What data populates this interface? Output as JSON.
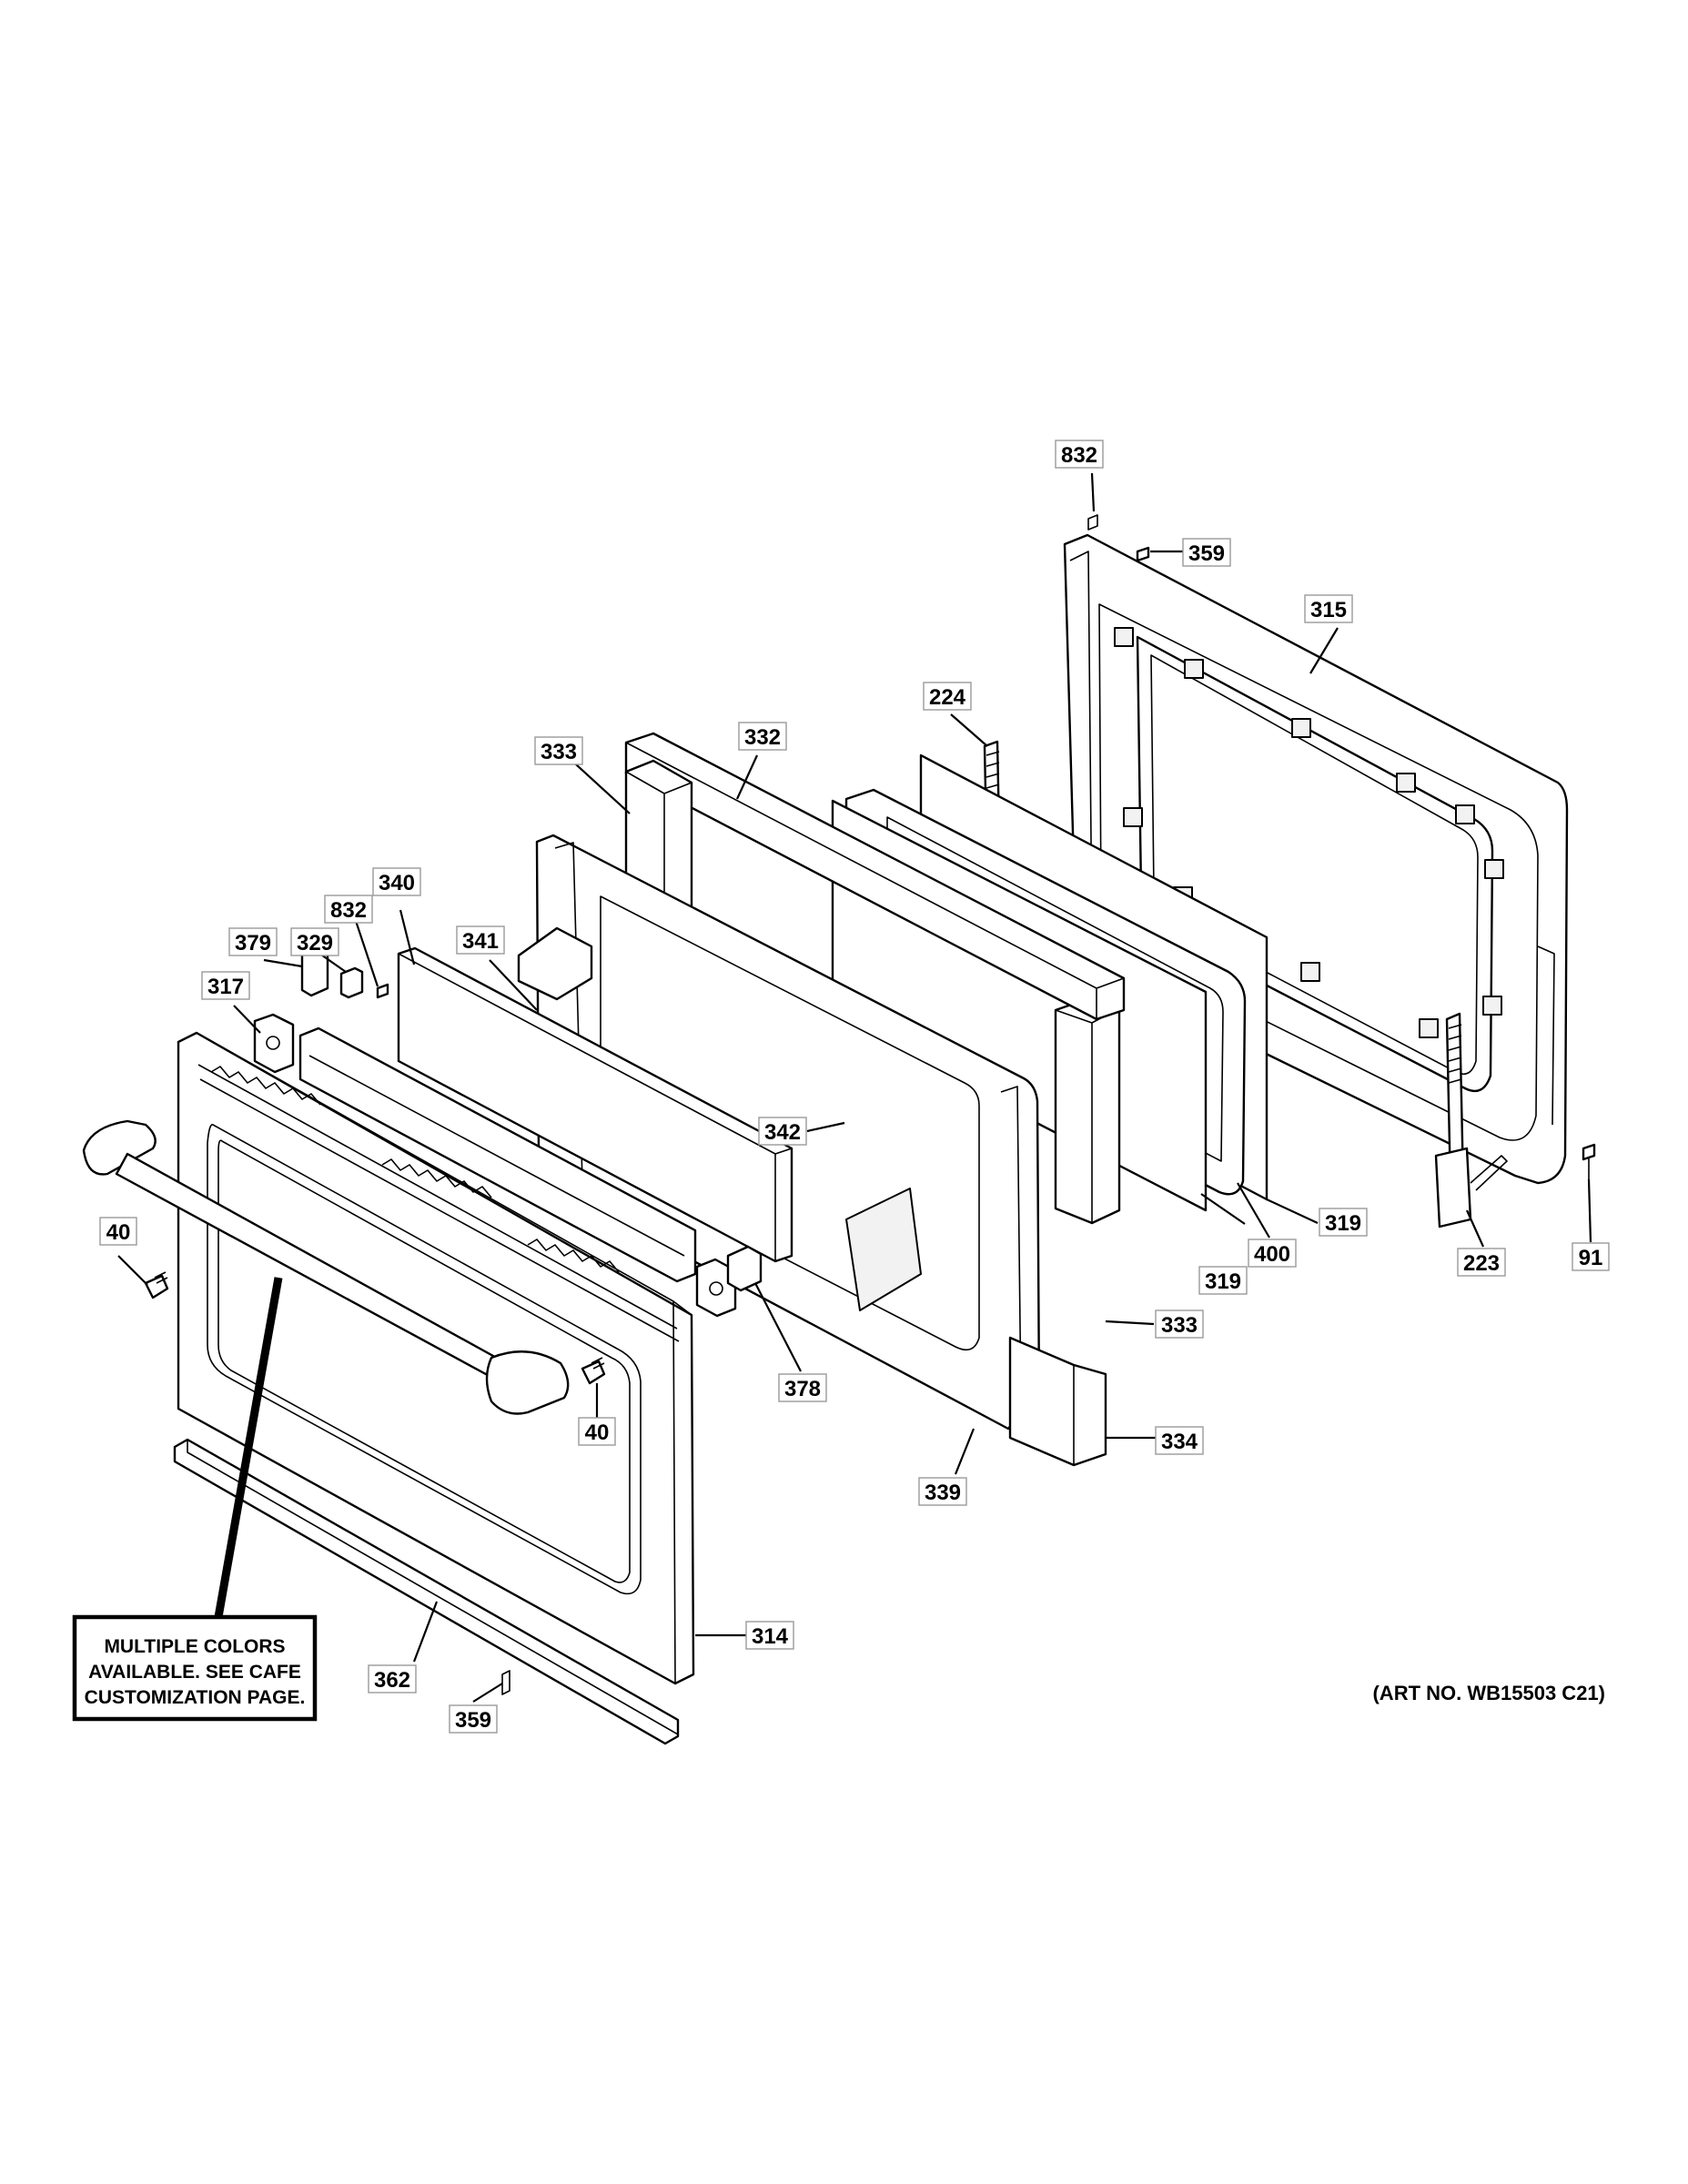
{
  "callouts": [
    {
      "id": "c832a",
      "label": "832"
    },
    {
      "id": "c359a",
      "label": "359"
    },
    {
      "id": "c315",
      "label": "315"
    },
    {
      "id": "c224",
      "label": "224"
    },
    {
      "id": "c332",
      "label": "332"
    },
    {
      "id": "c333a",
      "label": "333"
    },
    {
      "id": "c340",
      "label": "340"
    },
    {
      "id": "c832b",
      "label": "832"
    },
    {
      "id": "c341",
      "label": "341"
    },
    {
      "id": "c379",
      "label": "379"
    },
    {
      "id": "c329",
      "label": "329"
    },
    {
      "id": "c317",
      "label": "317"
    },
    {
      "id": "c40a",
      "label": "40"
    },
    {
      "id": "c342",
      "label": "342"
    },
    {
      "id": "c319a",
      "label": "319"
    },
    {
      "id": "c400",
      "label": "400"
    },
    {
      "id": "c319b",
      "label": "319"
    },
    {
      "id": "c223",
      "label": "223"
    },
    {
      "id": "c91",
      "label": "91"
    },
    {
      "id": "c333b",
      "label": "333"
    },
    {
      "id": "c378",
      "label": "378"
    },
    {
      "id": "c40b",
      "label": "40"
    },
    {
      "id": "c334",
      "label": "334"
    },
    {
      "id": "c339",
      "label": "339"
    },
    {
      "id": "c314",
      "label": "314"
    },
    {
      "id": "c362",
      "label": "362"
    },
    {
      "id": "c359b",
      "label": "359"
    }
  ],
  "note": {
    "lines": [
      "MULTIPLE COLORS",
      "AVAILABLE. SEE CAFE",
      "CUSTOMIZATION PAGE."
    ]
  },
  "art_number": "(ART NO. WB15503 C21)"
}
